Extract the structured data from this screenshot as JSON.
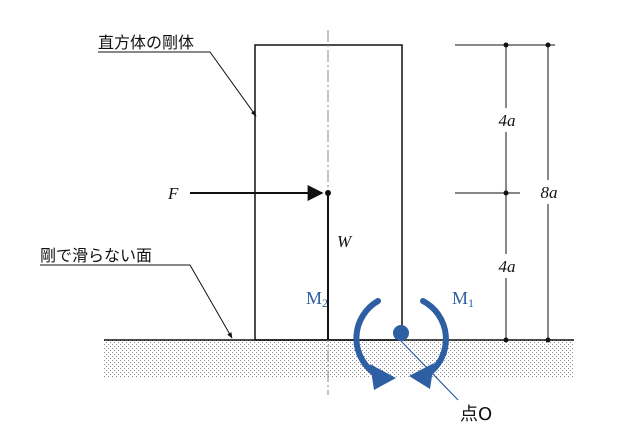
{
  "labels": {
    "body": "直方体の剛体",
    "ground": "剛で滑らない面",
    "force": "F",
    "weight": "W",
    "upper_dim": "4a",
    "lower_dim": "4a",
    "total_dim": "8a",
    "moment_left_main": "M",
    "moment_left_sub": "2",
    "moment_right_main": "M",
    "moment_right_sub": "1",
    "pivot": "点O"
  },
  "colors": {
    "accent": "#2e5fa3",
    "line": "#111111"
  }
}
